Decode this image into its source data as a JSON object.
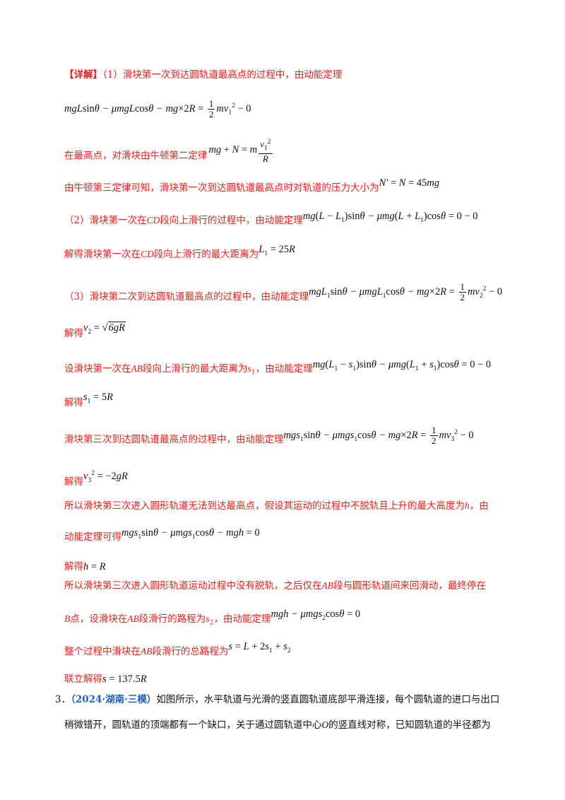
{
  "lines": {
    "l1_tag": "【详解】",
    "l1_text": "（1）滑块第一次到达圆轨道最高点的过程中，由动能定理",
    "l3": "在最高点，对滑块由牛顿第二定律",
    "l4": "由牛顿第三定律可知，滑块第一次到达圆轨道最高点时对轨道的压力大小为",
    "l5": "（2）滑块第一次在",
    "l5_cd": "CD",
    "l5_rest": "段向上滑行的过程中，由动能定理",
    "l6": "解得滑块第一次在",
    "l6_cd": "CD",
    "l6_rest": "段向上滑行的最大距离为",
    "l7": "（3）滑块第二次到达圆轨道最高点的过程中，由动能定理",
    "l8": "解得",
    "l9": "设滑块第一次在",
    "l9_ab": "AB",
    "l9_rest": "段向上滑行的最大距离为",
    "l9_s1": "s",
    "l9_sub": "1",
    "l9_end": "，由动能定理",
    "l10": "解得",
    "l11": "滑块第三次到达圆轨道最高点的过程中，由动能定理",
    "l12": "解得",
    "l13a": "所以滑块第三次进入圆形轨道无法到达最高点，假设其运动的过程中不脱轨且上升的最大高度为",
    "l13_h": "h",
    "l13b": "，由",
    "l14": "动能定理可得",
    "l15": "解得",
    "l16a": "所以滑块第三次进入圆形轨道运动过程中没有脱轨，之后仅在",
    "l16_ab": "AB",
    "l16b": "段与圆形轨道间来回滑动，最终停在",
    "l17_b": "B",
    "l17a": "点，设滑块在",
    "l17_ab": "AB",
    "l17b": "段滑行的路程为",
    "l17_s": "s",
    "l17_sub": "2",
    "l17c": "，由动能定理",
    "l18a": "整个过程中滑块在",
    "l18_ab": "AB",
    "l18b": "段滑行的总路程为",
    "l19": "联立解得",
    "q3_num": "3．",
    "q3_src": "（2024·湖南·三模）",
    "q3_text": "如图所示，水平轨道与光滑的竖直圆轨道底部平滑连接，每个圆轨道的进口与出口",
    "q3_text2": "稍微错开，圆轨道的顶端都有一个缺口，关于通过圆轨道中心",
    "q3_o": "O",
    "q3_text3": "的竖直线对称，已知圆轨道的半径都为"
  }
}
